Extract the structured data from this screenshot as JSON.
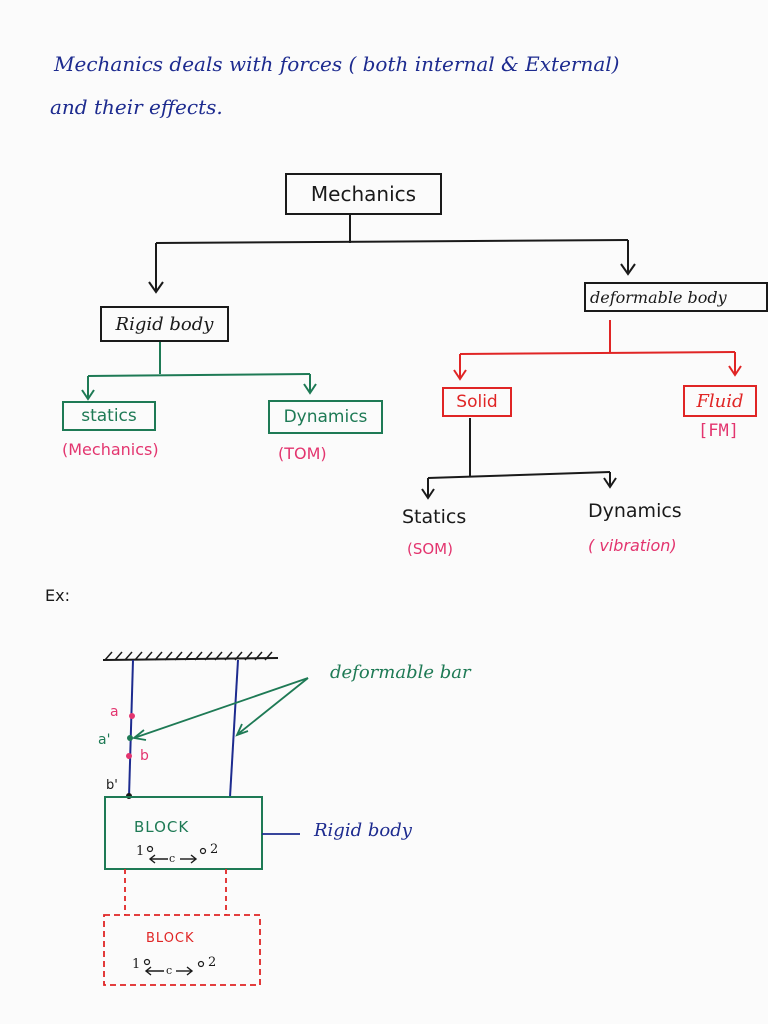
{
  "intro": {
    "line1": "Mechanics deals with forces ( both internal & External)",
    "line2": "and their effects."
  },
  "tree": {
    "root": "Mechanics",
    "rigid": "Rigid body",
    "deformable": "deformable body",
    "statics": "statics",
    "statics_note": "(Mechanics)",
    "dynamics": "Dynamics",
    "dynamics_note": "(TOM)",
    "solid": "Solid",
    "fluid": "Fluid",
    "fluid_note": "[FM]",
    "solid_statics": "Statics",
    "solid_statics_note": "(SOM)",
    "solid_dynamics": "Dynamics",
    "solid_dynamics_note": "( vibration)"
  },
  "example": {
    "label": "Ex:",
    "deformable_bar": "deformable bar",
    "rigid_body": "Rigid body",
    "block": "BLOCK",
    "block_ghost": "BLOCK",
    "p1": "1",
    "p2": "2",
    "c": "c",
    "a": "a",
    "a_prime": "a'",
    "b": "b",
    "b_prime": "b'"
  },
  "colors": {
    "blue_ink": "#1d2b8f",
    "green_ink": "#1e7a55",
    "pink_ink": "#e3356f",
    "red_ink": "#e02525"
  }
}
